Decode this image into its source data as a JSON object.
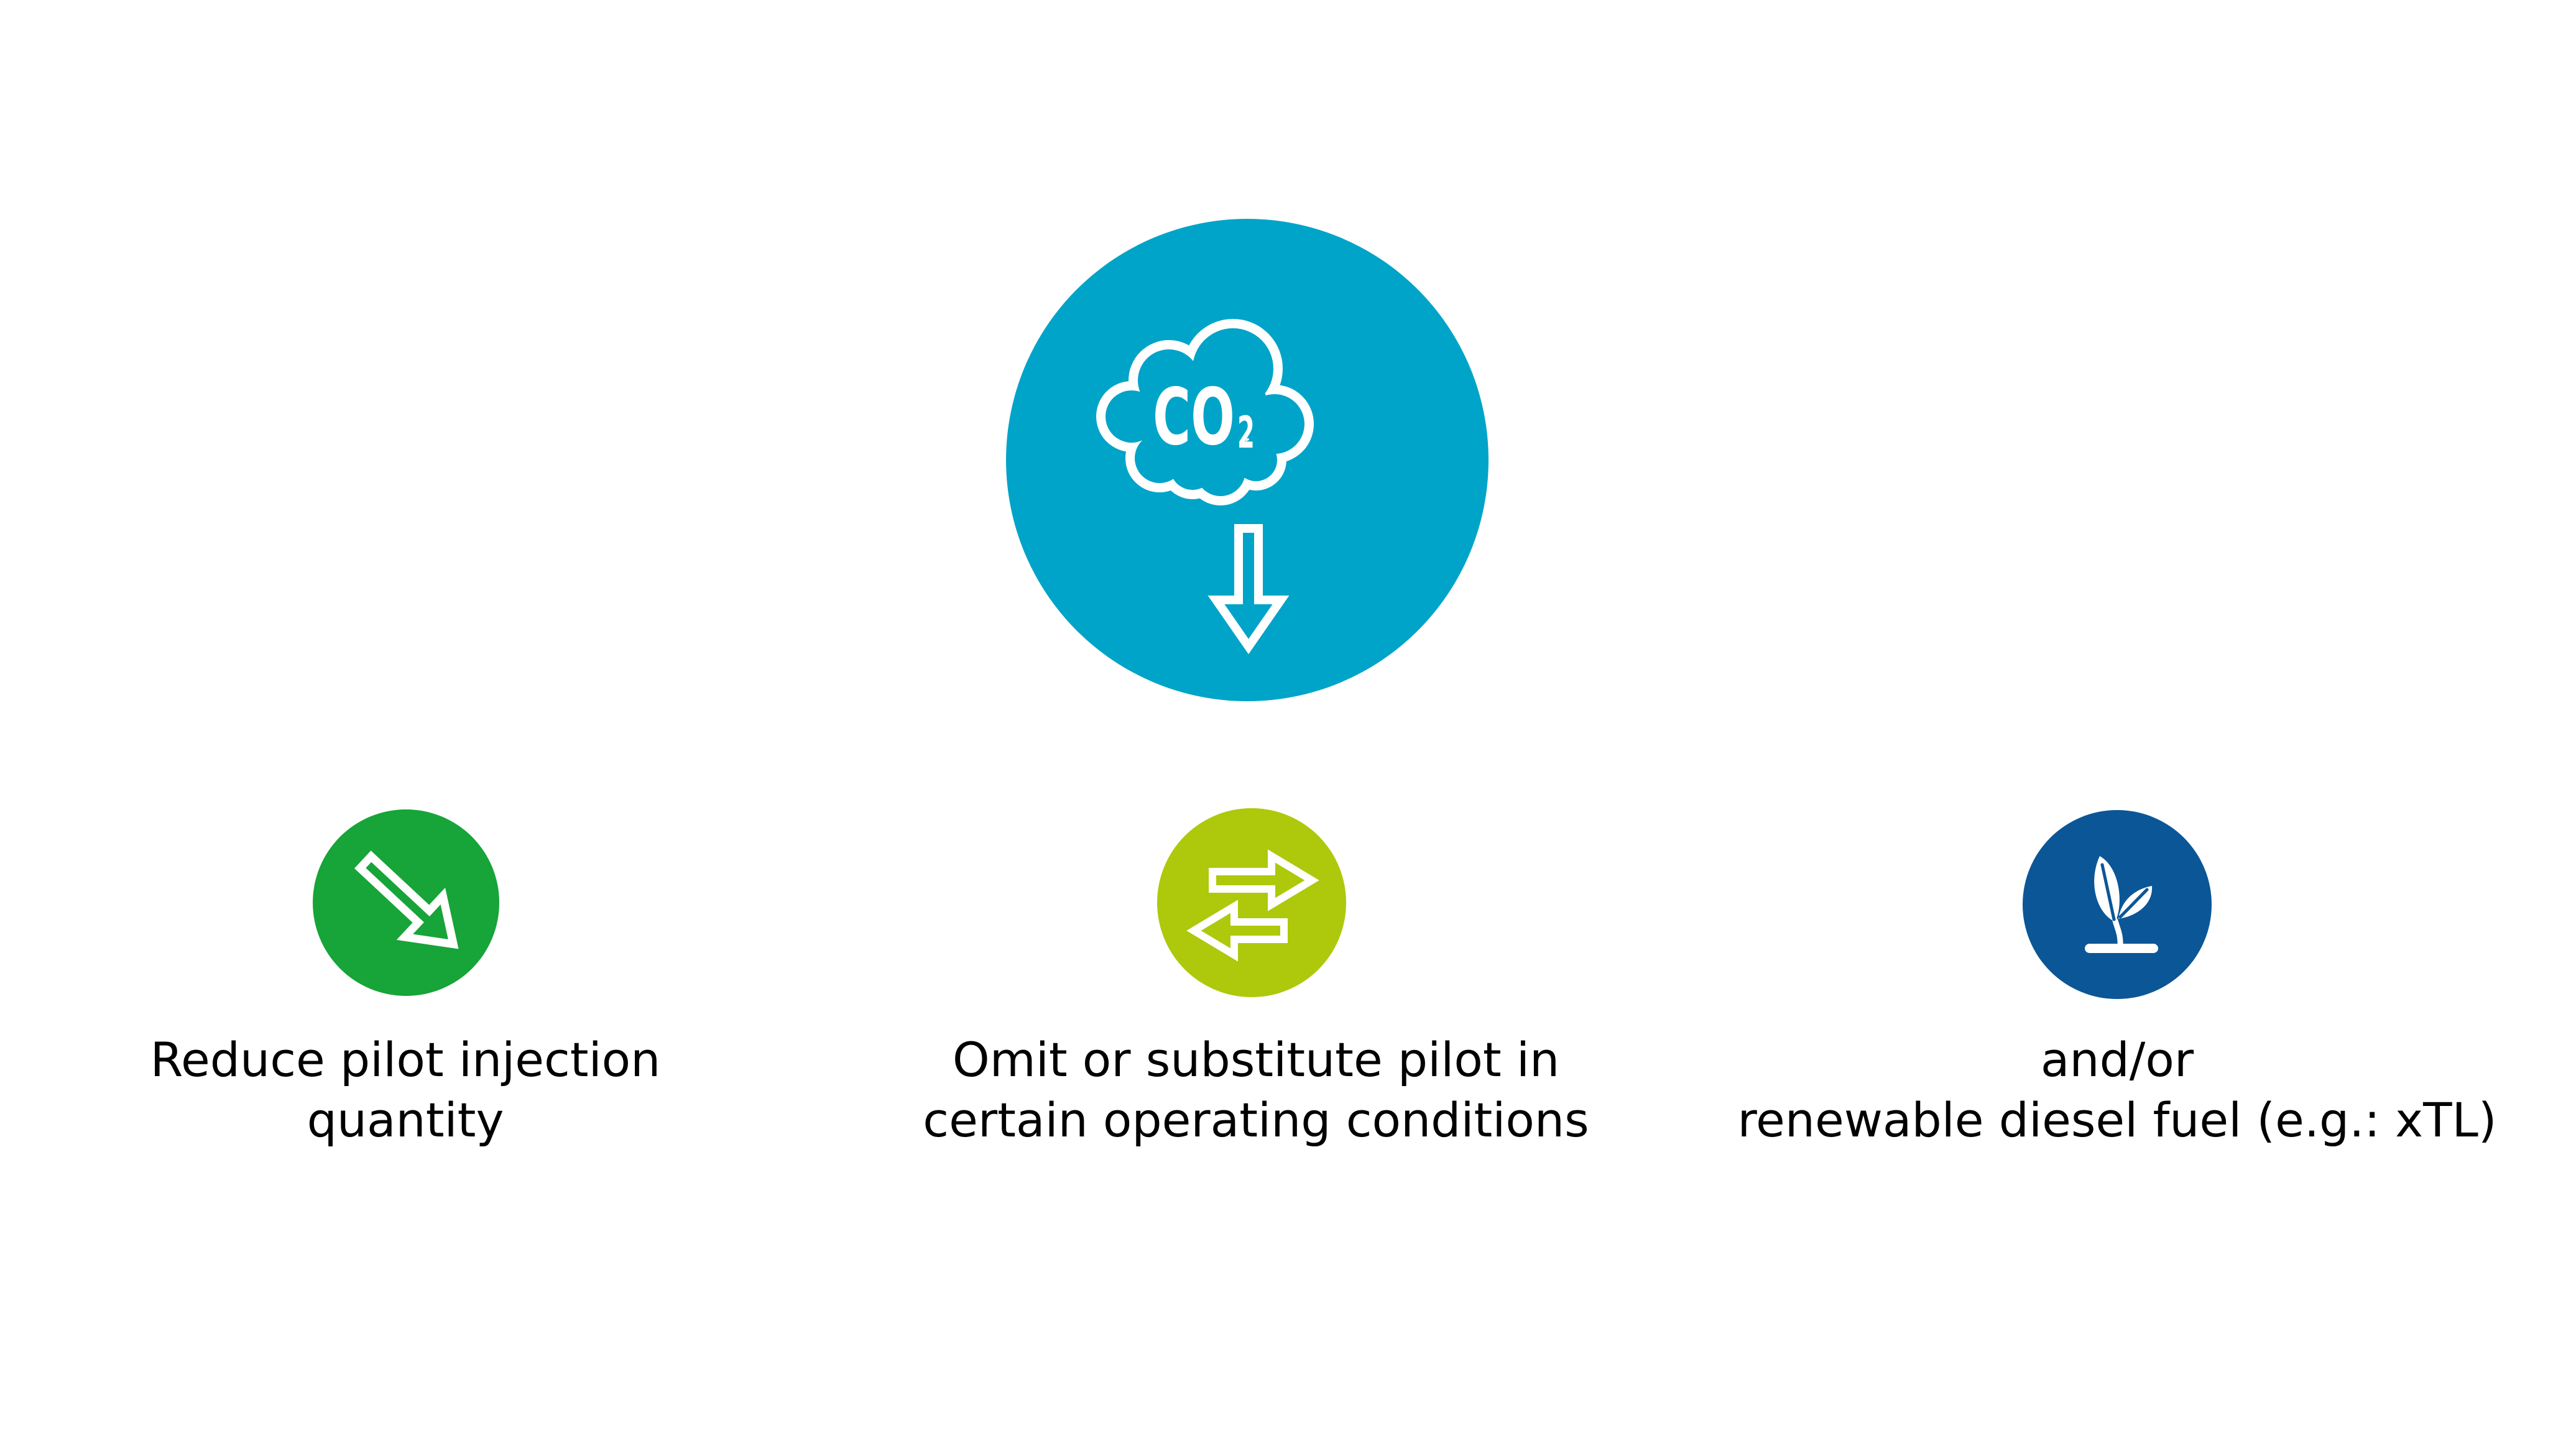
{
  "diagram": {
    "colors": {
      "background": "#FFFFFF",
      "teal": "#00A4C8",
      "green": "#17A438",
      "lime": "#AEC90B",
      "navy": "#0B5697",
      "icon_stroke": "#FFFFFF",
      "text": "#000000"
    },
    "hero": {
      "icon": "co2-cloud-down-arrow-icon",
      "formula": "CO",
      "formula_subscript": "2"
    },
    "measures": [
      {
        "icon": "diagonal-down-arrow-icon",
        "color": "#17A438",
        "lines": [
          "Reduce pilot injection",
          "quantity"
        ]
      },
      {
        "icon": "swap-arrows-icon",
        "color": "#AEC90B",
        "lines": [
          "Omit or substitute pilot in",
          "certain operating conditions"
        ]
      },
      {
        "icon": "seedling-icon",
        "color": "#0B5697",
        "lines": [
          "and/or",
          "renewable diesel fuel (e.g.: xTL)"
        ]
      }
    ]
  }
}
